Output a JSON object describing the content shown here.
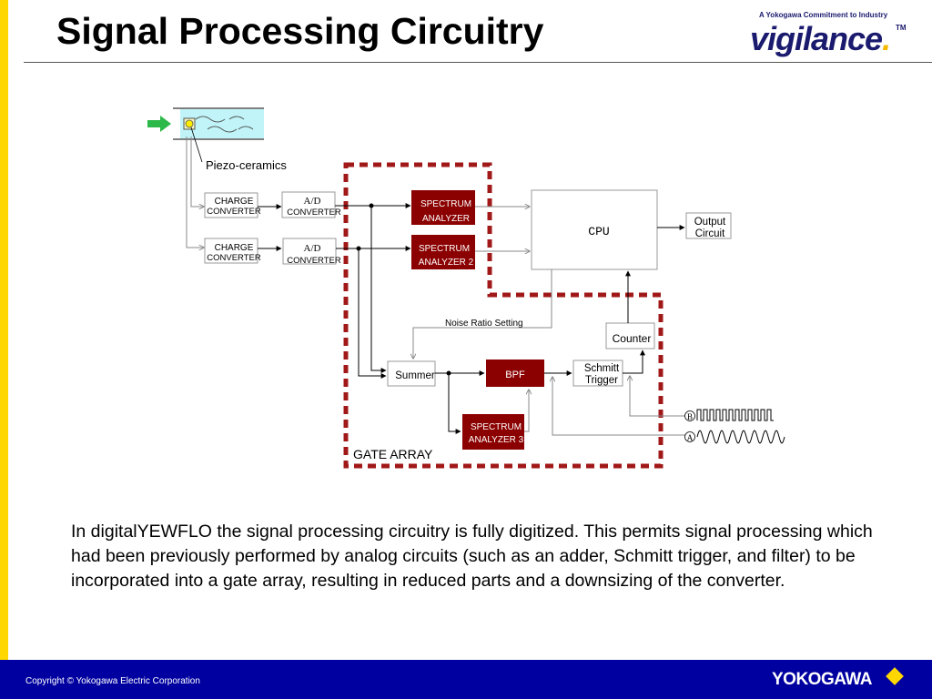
{
  "slide": {
    "title": "Signal Processing Circuitry",
    "body": "In digitalYEWFLO the signal processing circuitry is fully digitized. This permits signal processing which had been previously performed by analog circuits (such as an adder, Schmitt trigger, and filter) to be incorporated into a gate array, resulting in reduced parts and a downsizing of the converter."
  },
  "logo": {
    "tagline": "A Yokogawa Commitment to Industry",
    "word": "vigilance",
    "dot": ".",
    "tm": "TM"
  },
  "diagram": {
    "piezo_label": "Piezo-ceramics",
    "charge_converter_1": [
      "CHARGE",
      "CONVERTER"
    ],
    "charge_converter_2": [
      "CHARGE",
      "CONVERTER"
    ],
    "ad_converter_1": [
      "A/D",
      "CONVERTER"
    ],
    "ad_converter_2": [
      "A/D",
      "CONVERTER"
    ],
    "spectrum_analyzer_1": [
      "SPECTRUM",
      "ANALYZER"
    ],
    "spectrum_analyzer_2": [
      "SPECTRUM",
      "ANALYZER 2"
    ],
    "spectrum_analyzer_3": [
      "SPECTRUM",
      "ANALYZER 3"
    ],
    "cpu": "CPU",
    "output_circuit": [
      "Output",
      "Circuit"
    ],
    "noise_ratio": "Noise Ratio Setting",
    "counter": "Counter",
    "summer": "Summer",
    "bpf": "BPF",
    "schmitt_trigger": [
      "Schmitt",
      "Trigger"
    ],
    "gate_array": "GATE ARRAY",
    "signal_b": "B",
    "signal_a": "A"
  },
  "footer": {
    "copyright": "Copyright © Yokogawa Electric Corporation",
    "brand": "YOKOGAWA"
  },
  "colors": {
    "accent_red": "#8b0000",
    "gate_border": "#a01818",
    "footer_blue": "#0000a0",
    "side_yellow": "#ffd700",
    "pipe_cyan": "#c0f4f8",
    "arrow_green": "#2db84a"
  }
}
